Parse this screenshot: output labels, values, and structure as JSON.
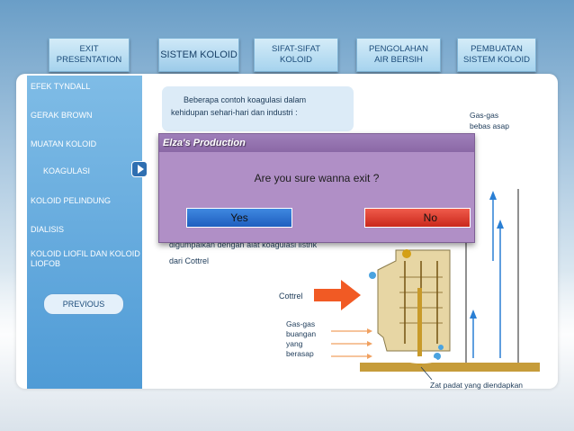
{
  "nav": {
    "tabs": [
      {
        "label": "EXIT\nPRESENTATION",
        "line1": "EXIT",
        "line2": "PRESENTATION"
      },
      {
        "label": "SISTEM KOLOID"
      },
      {
        "line1": "SIFAT-SIFAT",
        "line2": "KOLOID"
      },
      {
        "line1": "PENGOLAHAN",
        "line2": "AIR BERSIH"
      },
      {
        "line1": "PEMBUATAN",
        "line2": "SISTEM KOLOID"
      }
    ]
  },
  "sidebar": {
    "items": [
      {
        "label": "EFEK TYNDALL"
      },
      {
        "label": "GERAK BROWN"
      },
      {
        "label": "MUATAN KOLOID"
      },
      {
        "label": "KOAGULASI"
      },
      {
        "label": "KOLOID PELINDUNG"
      },
      {
        "label": "DIALISIS"
      },
      {
        "line1": "KOLOID LIOFIL DAN KOLOID",
        "line2": "LIOFOB"
      }
    ],
    "previous_label": "PREVIOUS"
  },
  "content": {
    "callout_line1": "Beberapa contoh koagulasi dalam",
    "callout_line2": "kehidupan sehari-hari dan industri :",
    "lower_line1": "digumpalkan dengan alat koagulasi listrik",
    "lower_line2": "dari Cottrel",
    "cottrel_label": "Cottrel",
    "gas_label_lines": [
      "Gas-gas",
      "buangan",
      "yang",
      "berasap"
    ],
    "right_label_lines": [
      "Gas-gas",
      "bebas asap"
    ],
    "bottom_label": "Zat padat yang diendapkan"
  },
  "dialog": {
    "title": "Elza's Production",
    "message": "Are you sure wanna exit ?",
    "yes_label": "Yes",
    "no_label": "No"
  },
  "colors": {
    "tab_text": "#1c4c7a",
    "sidebar": "#5aa3d9",
    "dialog_bg": "#b08fc6",
    "yes_button": "#2f72d0",
    "no_button": "#e0392c",
    "arrow_orange": "#f15a24",
    "diagram_body": "#e7d6a4",
    "ground": "#c69c3a",
    "blue_arrow": "#2a7fd4"
  }
}
